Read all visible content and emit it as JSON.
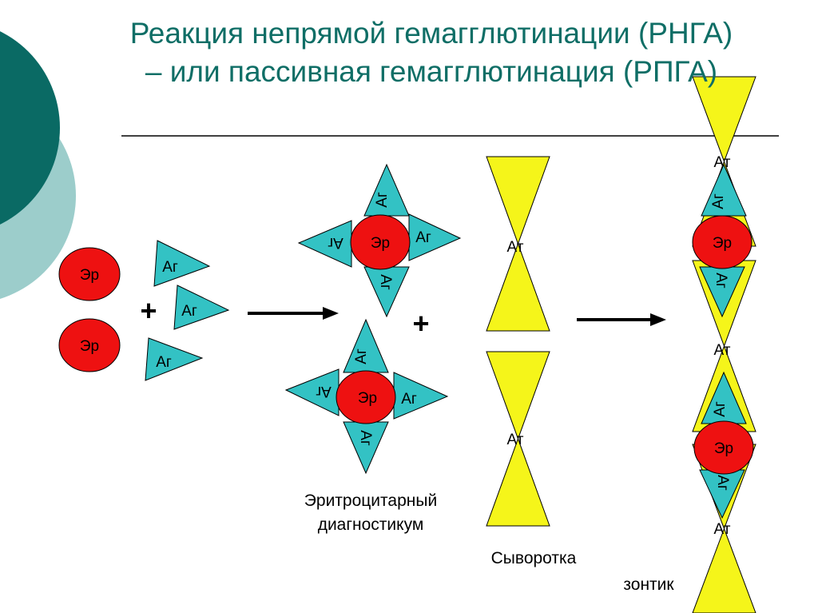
{
  "title": {
    "line1": "Реакция непрямой гемагглютинации (РНГА)",
    "line2": "– или пассивная гемагглютинация (РПГА)"
  },
  "labels": {
    "er": "Эр",
    "ag": "Аг",
    "at": "Ат",
    "plus": "+",
    "diagnosticum_line1": "Эритроцитарный",
    "diagnosticum_line2": "диагностикум",
    "serum": "Сыворотка",
    "umbrella": "зонтик"
  },
  "colors": {
    "title": "#0f6e66",
    "decor_dark": "#0a6a64",
    "decor_light": "#9ccdcb",
    "erythrocyte": "#ee1111",
    "antigen": "#33c2c4",
    "antibody": "#f5f51a"
  }
}
